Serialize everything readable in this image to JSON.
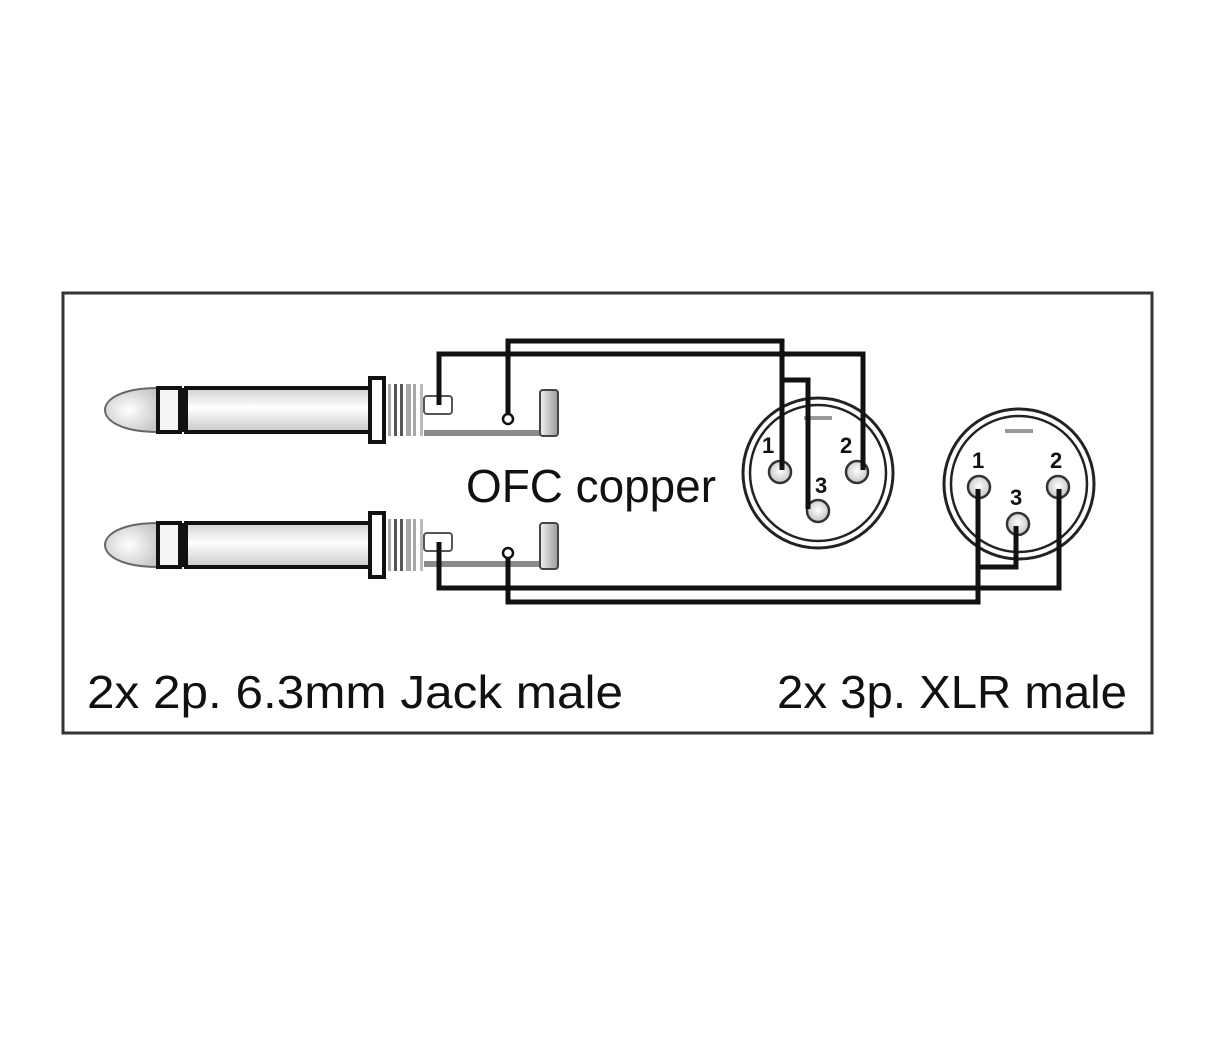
{
  "diagram": {
    "center_label": "OFC copper",
    "left_caption": "2x 2p. 6.3mm Jack male",
    "right_caption": "2x 3p. XLR male",
    "connectors": {
      "jack_top": {
        "type": "6.3mm Jack male",
        "poles": 2
      },
      "jack_bottom": {
        "type": "6.3mm Jack male",
        "poles": 2
      },
      "xlr_left": {
        "type": "XLR male",
        "pins": [
          "1",
          "2",
          "3"
        ]
      },
      "xlr_right": {
        "type": "XLR male",
        "pins": [
          "1",
          "2",
          "3"
        ]
      }
    },
    "pin_labels": {
      "p1": "1",
      "p2": "2",
      "p3": "3"
    },
    "colors": {
      "line": "#111111",
      "frame": "#333333",
      "background": "#ffffff",
      "shield": "#8a8a8a"
    }
  }
}
